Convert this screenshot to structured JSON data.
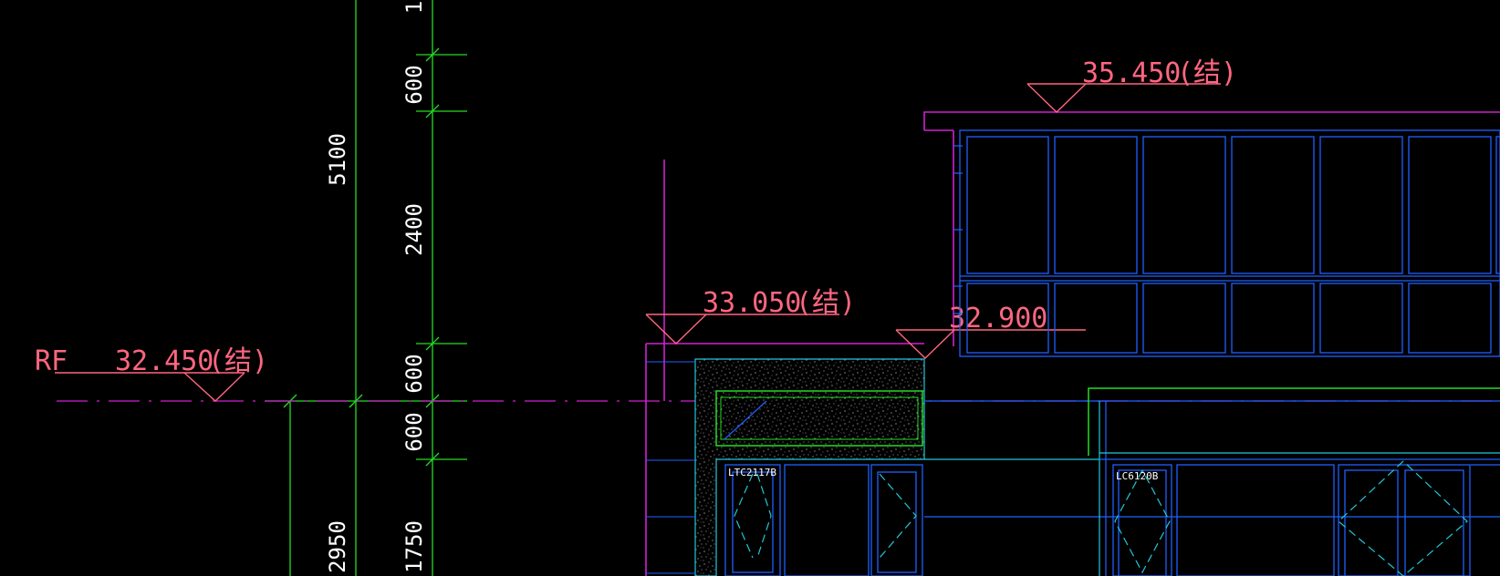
{
  "drawing": {
    "colors": {
      "background": "#000000",
      "green": "#22dd22",
      "magenta": "#d020d0",
      "blue": "#2060ff",
      "cyan": "#20c8d8",
      "pink": "#ff6680",
      "white": "#ffffff"
    },
    "dimensions": {
      "top_partial": "1",
      "d600_top": "600",
      "d5100": "5100",
      "d2400": "2400",
      "d600_mid": "600",
      "d600_low": "600",
      "d2950": "2950",
      "d1750": "1750"
    },
    "levels": {
      "rf_label": "RF",
      "rf_value": "32.450",
      "rf_note": "(结)",
      "l33_value": "33.050",
      "l33_note": "(结)",
      "l329_value": "32.900",
      "l35_value": "35.450",
      "l35_note": "(结)"
    },
    "window_tags": {
      "left": "LTC2117B",
      "right": "LC6120B"
    }
  }
}
